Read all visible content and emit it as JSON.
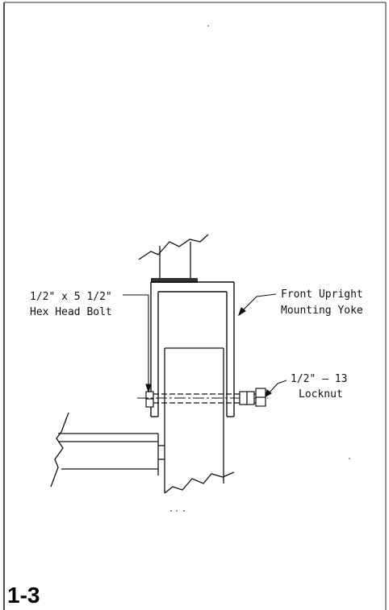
{
  "figure": {
    "number": "1-3",
    "labels": {
      "yoke_line1": "Front Upright",
      "yoke_line2": "Mounting Yoke",
      "bolt_line1": "1/2\" x 5 1/2\"",
      "bolt_line2": "Hex Head Bolt",
      "nut_line1": "1/2\" — 13",
      "nut_line2": "Locknut"
    }
  }
}
